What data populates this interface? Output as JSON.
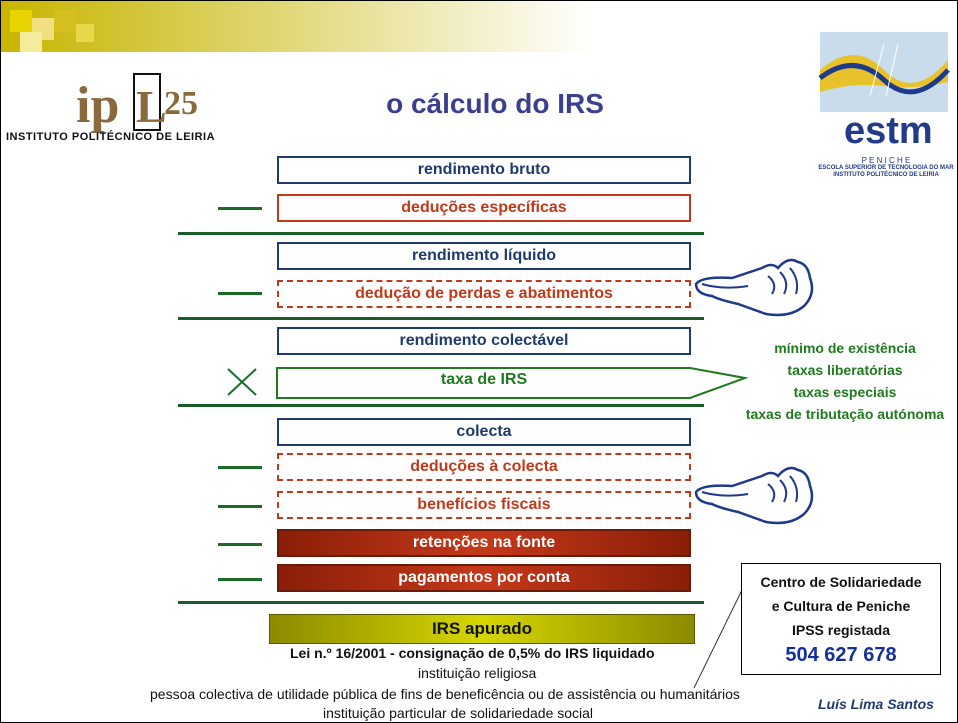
{
  "header": {
    "title": "o cálculo do IRS",
    "ipl_caption": "INSTITUTO POLITÉCNICO DE LEIRIA",
    "ipl_logo_text": "ipL25",
    "estm_logo": {
      "word": "estm",
      "town": "P E N I C H E",
      "line1": "ESCOLA SUPERIOR DE TECNOLOGIA DO MAR",
      "line2": "INSTITUTO POLITÉCNICO DE LEIRIA"
    }
  },
  "flow": {
    "rendimento_bruto": "rendimento bruto",
    "deducoes_especificas": "deduções específicas",
    "rendimento_liquido": "rendimento líquido",
    "deducao_perdas": "dedução de perdas e abatimentos",
    "rendimento_colectavel": "rendimento colectável",
    "taxa_irs": "taxa de IRS",
    "colecta": "colecta",
    "deducoes_colecta": "deduções à colecta",
    "beneficios_fiscais": "benefícios fiscais",
    "retencoes_fonte": "retenções na fonte",
    "pagamentos_conta": "pagamentos por conta",
    "irs_apurado": "IRS apurado"
  },
  "side_notes": {
    "line1": "mínimo de existência",
    "line2": "taxas liberatórias",
    "line3": "taxas especiais",
    "line4": "taxas de tributação autónoma"
  },
  "centre_box": {
    "line1": "Centro de Solidariedade",
    "line2": "e Cultura de Peniche",
    "line3": "IPSS registada",
    "number": "504 627 678"
  },
  "footer": {
    "lei": "Lei n.º 16/2001 - consignação de 0,5% do IRS liquidado",
    "religiosa": "instituição religiosa",
    "pessoa": "pessoa colectiva de utilidade pública de fins de beneficência ou de assistência ou humanitários",
    "particular": "instituição particular de solidariedade social",
    "author": "Luís Lima Santos"
  },
  "colors": {
    "title": "#3a3f8f",
    "blue_box": "#1f3a6e",
    "red_box": "#c0391b",
    "green": "#1f7a1f",
    "olive": "#c8b400"
  }
}
